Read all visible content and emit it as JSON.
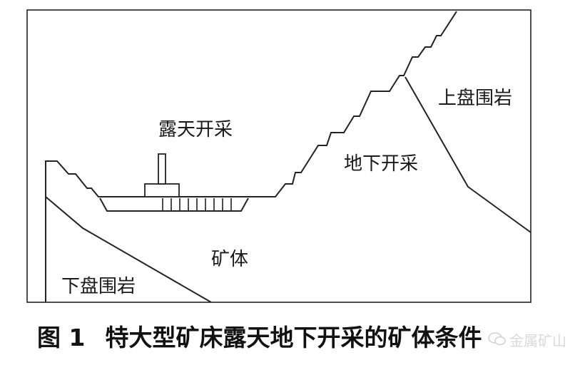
{
  "diagram": {
    "labels": {
      "open_pit": "露天开采",
      "underground": "地下开采",
      "hanging_wall": "上盘围岩",
      "footwall": "下盘围岩",
      "ore_body": "矿体"
    }
  },
  "caption": {
    "figure_number": "图 1",
    "text": "特大型矿床露天地下开采的矿体条件"
  },
  "watermark": {
    "text": "金属矿山",
    "icon": "wechat-icon"
  }
}
